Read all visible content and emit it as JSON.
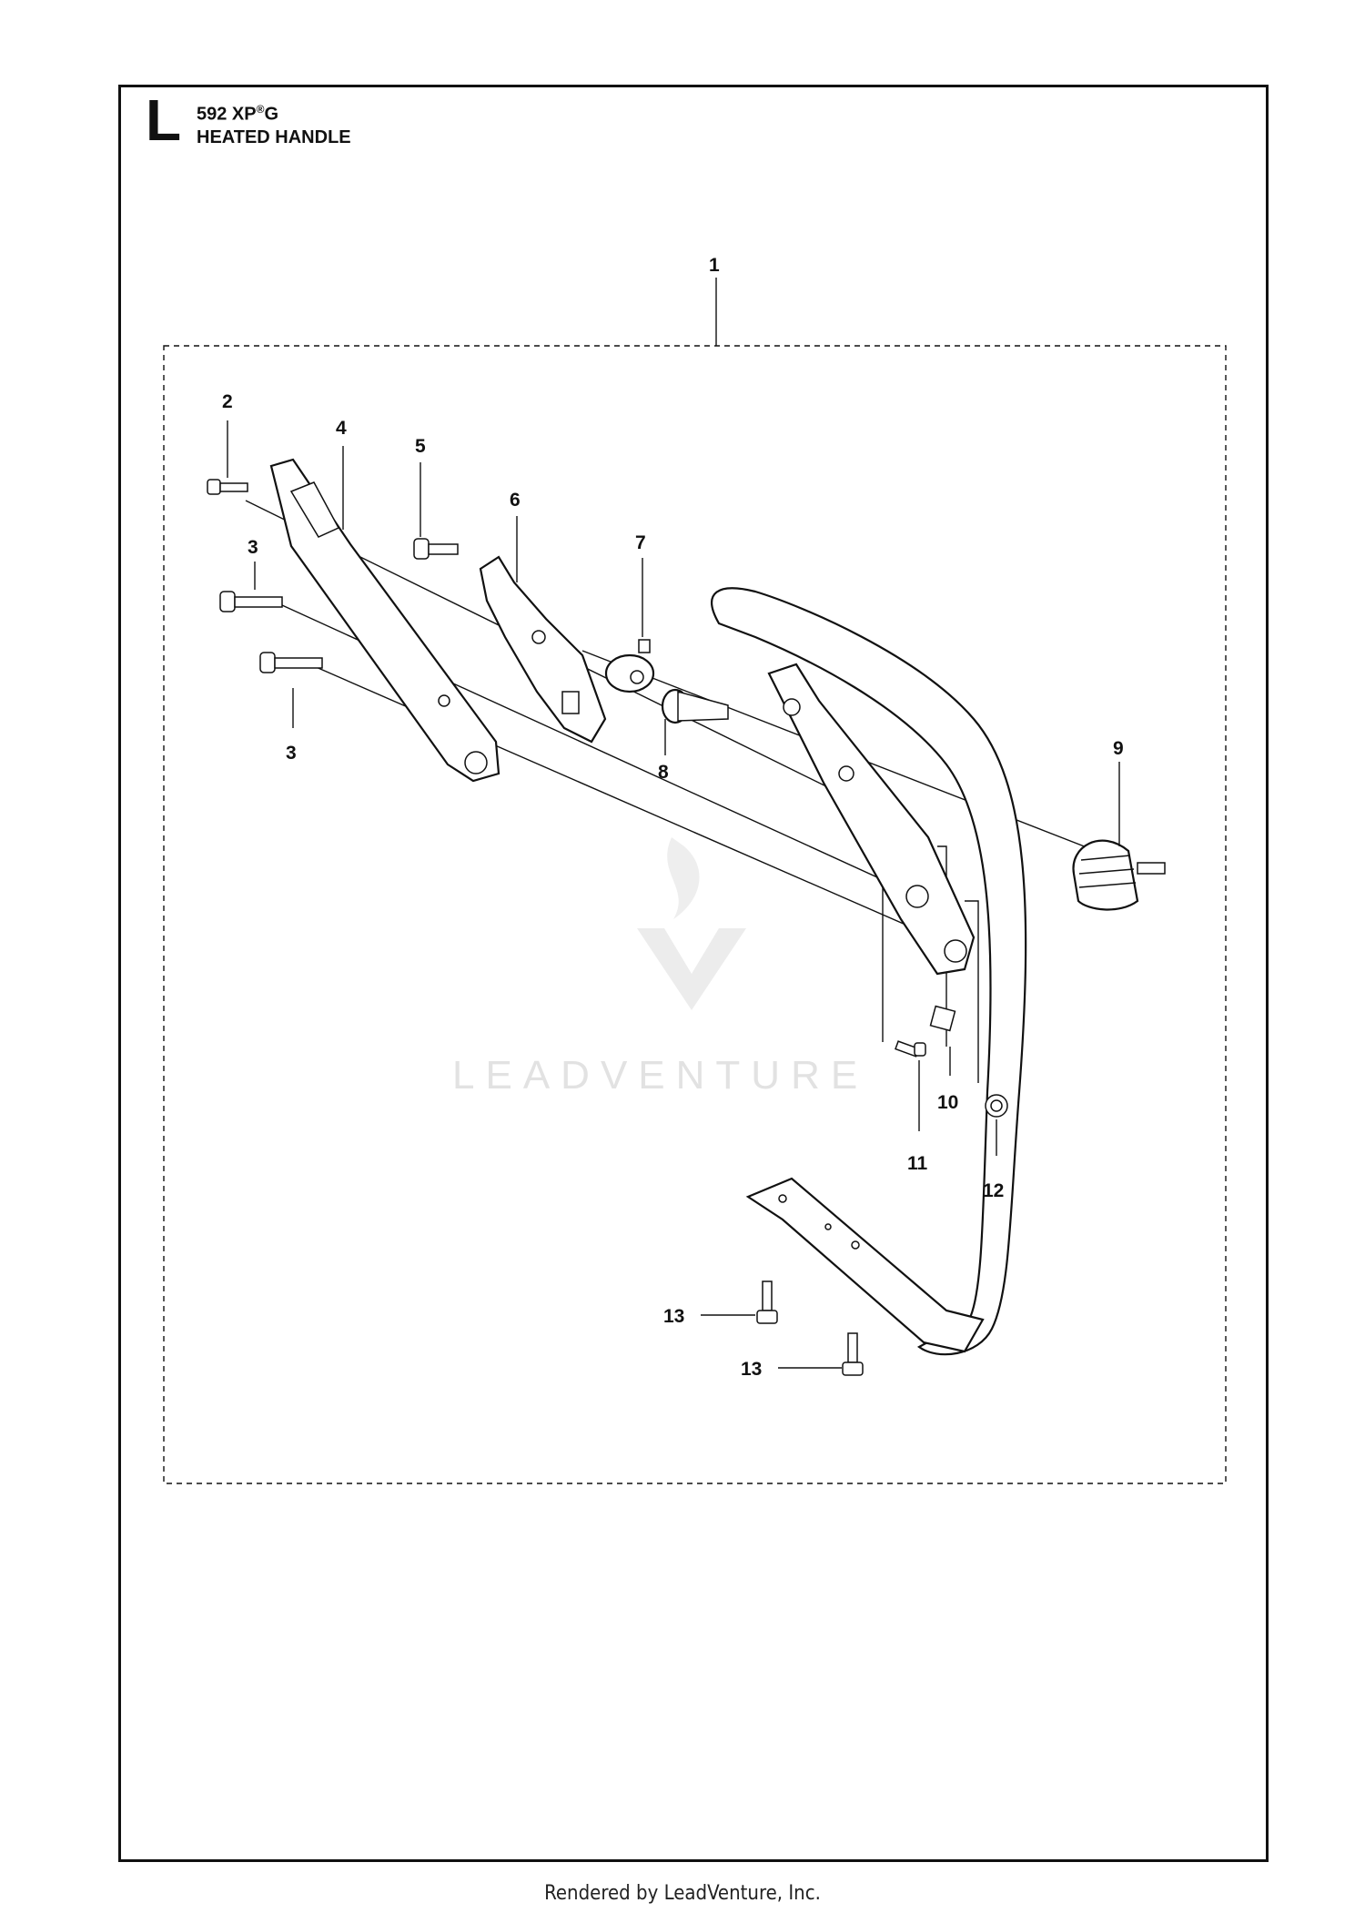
{
  "header": {
    "section_letter": "L",
    "model": "592 XP",
    "model_mark": "®",
    "model_suffix": "G",
    "name": "HEATED HANDLE"
  },
  "watermark": {
    "text": "LEADVENTURE"
  },
  "callouts": [
    {
      "id": "c1",
      "label": "1"
    },
    {
      "id": "c2",
      "label": "2"
    },
    {
      "id": "c3a",
      "label": "3"
    },
    {
      "id": "c3b",
      "label": "3"
    },
    {
      "id": "c4",
      "label": "4"
    },
    {
      "id": "c5",
      "label": "5"
    },
    {
      "id": "c6",
      "label": "6"
    },
    {
      "id": "c7",
      "label": "7"
    },
    {
      "id": "c8",
      "label": "8"
    },
    {
      "id": "c9",
      "label": "9"
    },
    {
      "id": "c10",
      "label": "10"
    },
    {
      "id": "c11",
      "label": "11"
    },
    {
      "id": "c12",
      "label": "12"
    },
    {
      "id": "c13a",
      "label": "13"
    },
    {
      "id": "c13b",
      "label": "13"
    }
  ],
  "footer": {
    "text": "Rendered by LeadVenture, Inc."
  }
}
